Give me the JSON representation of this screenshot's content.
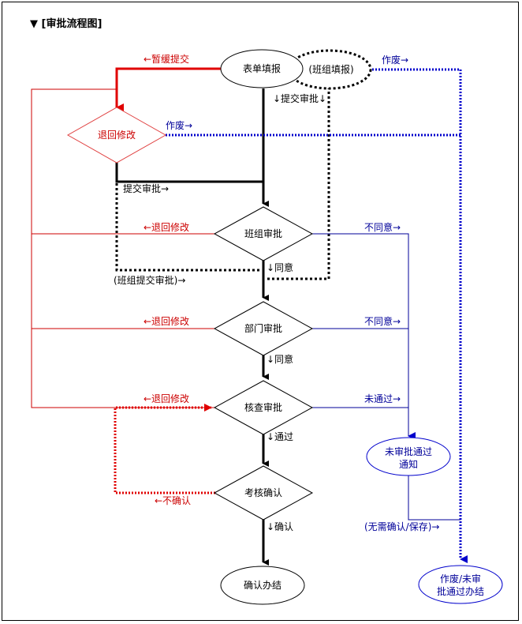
{
  "title": "▼ [审批流程图]",
  "colors": {
    "normal": "#000000",
    "return": "#cc0000",
    "reject": "#000099",
    "void": "#0000cc"
  },
  "nodes": {
    "form_fill": "表单填报",
    "team_fill": "(班组填报)",
    "return_edit": "退回修改",
    "team_approve": "班组审批",
    "dept_approve": "部门审批",
    "check_approve": "核查审批",
    "assess_confirm": "考核确认",
    "confirm_done": "确认办结",
    "reject_notice_1": "未审批通过",
    "reject_notice_2": "通知",
    "void_done_1": "作废/未审",
    "void_done_2": "批通过办结"
  },
  "labels": {
    "pause_submit": "←暂缓提交",
    "submit_down": "↓提交审批↓",
    "void_top": "作废→",
    "void_return": "作废→",
    "submit_right": "提交审批→",
    "return_team": "←退回修改",
    "disagree_team": "不同意→",
    "agree_team": "↓同意",
    "team_submit": "(班组提交审批)→",
    "return_dept": "←退回修改",
    "disagree_dept": "不同意→",
    "agree_dept": "↓同意",
    "return_check": "←退回修改",
    "notpass_check": "未通过→",
    "pass_check": "↓通过",
    "not_confirm": "←不确认",
    "confirm": "↓确认",
    "no_confirm_save": "(无需确认/保存)→"
  }
}
